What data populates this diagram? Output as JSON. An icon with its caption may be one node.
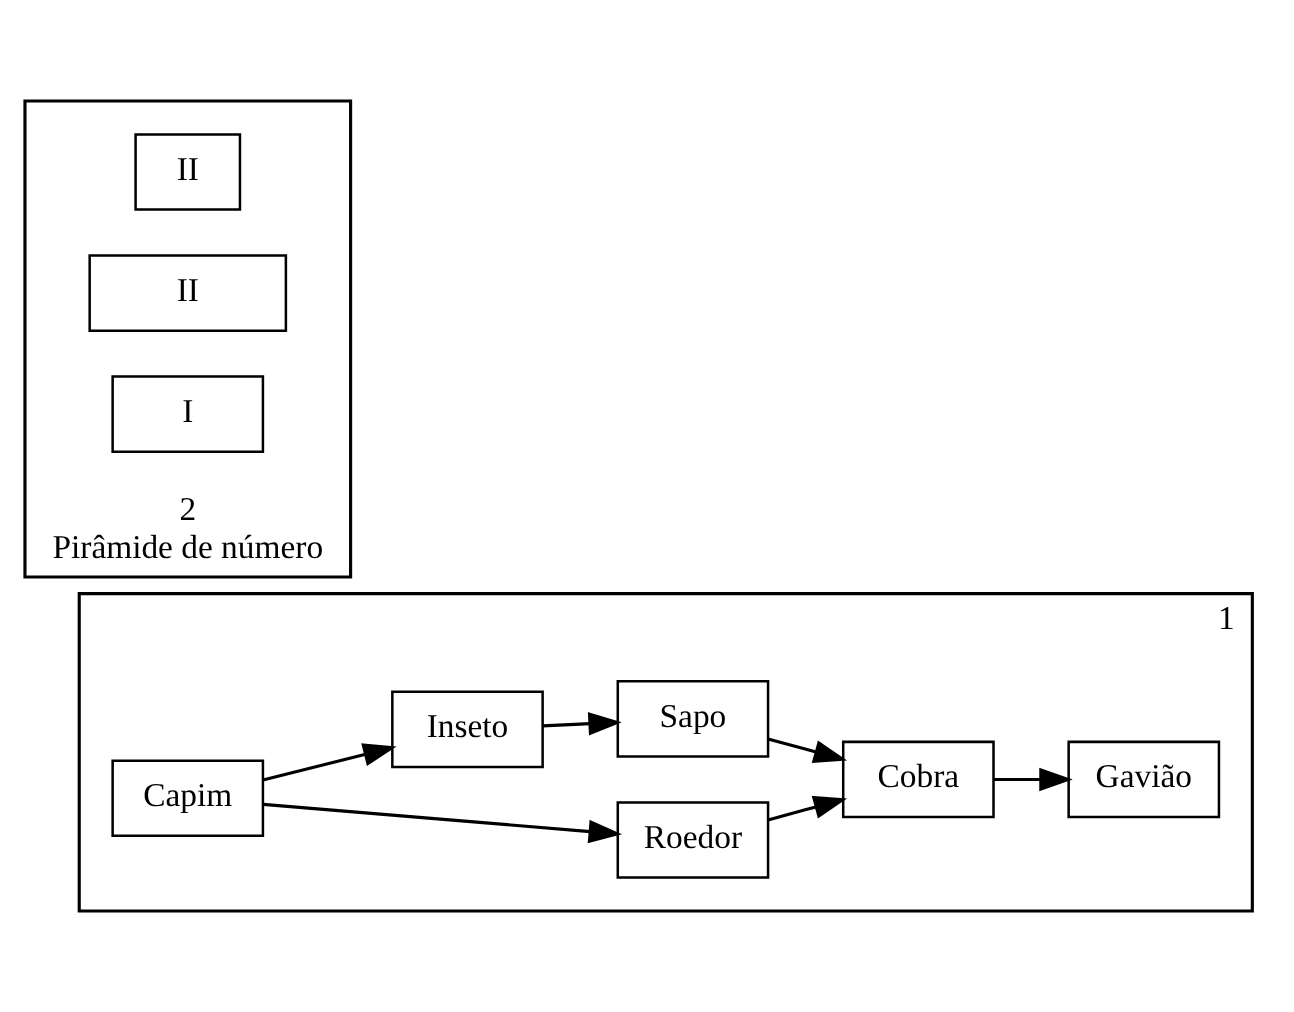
{
  "diagram": {
    "nodes": [
      {
        "text": [
          "1"
        ]
      },
      {
        "text": [
          "Capim"
        ],
        "in": 0
      },
      {
        "text": [
          "Roedor"
        ],
        "in": 0
      },
      {
        "text": [
          "Cobra"
        ],
        "in": 0
      },
      {
        "text": [
          "Inseto"
        ],
        "in": 0
      },
      {
        "text": [
          "Sapo"
        ],
        "in": 0
      },
      {
        "text": [
          "Gavião"
        ],
        "in": 0
      },
      {
        "text": [
          "2",
          "Pirâmide de número"
        ]
      },
      {
        "text": [
          "II"
        ],
        "in": 7
      },
      {
        "text": [
          "II"
        ],
        "in": 7
      },
      {
        "text": [
          "I"
        ],
        "in": 7
      }
    ],
    "edges": [
      {
        "from": 1,
        "to": 2,
        "arrow": "to"
      },
      {
        "from": 2,
        "to": 3,
        "arrow": "to"
      },
      {
        "from": 3,
        "to": 6,
        "arrow": "to"
      },
      {
        "from": 1,
        "to": 4,
        "arrow": "to"
      },
      {
        "from": 4,
        "to": 5,
        "arrow": "to"
      },
      {
        "from": 5,
        "to": 3,
        "arrow": "to"
      }
    ]
  }
}
